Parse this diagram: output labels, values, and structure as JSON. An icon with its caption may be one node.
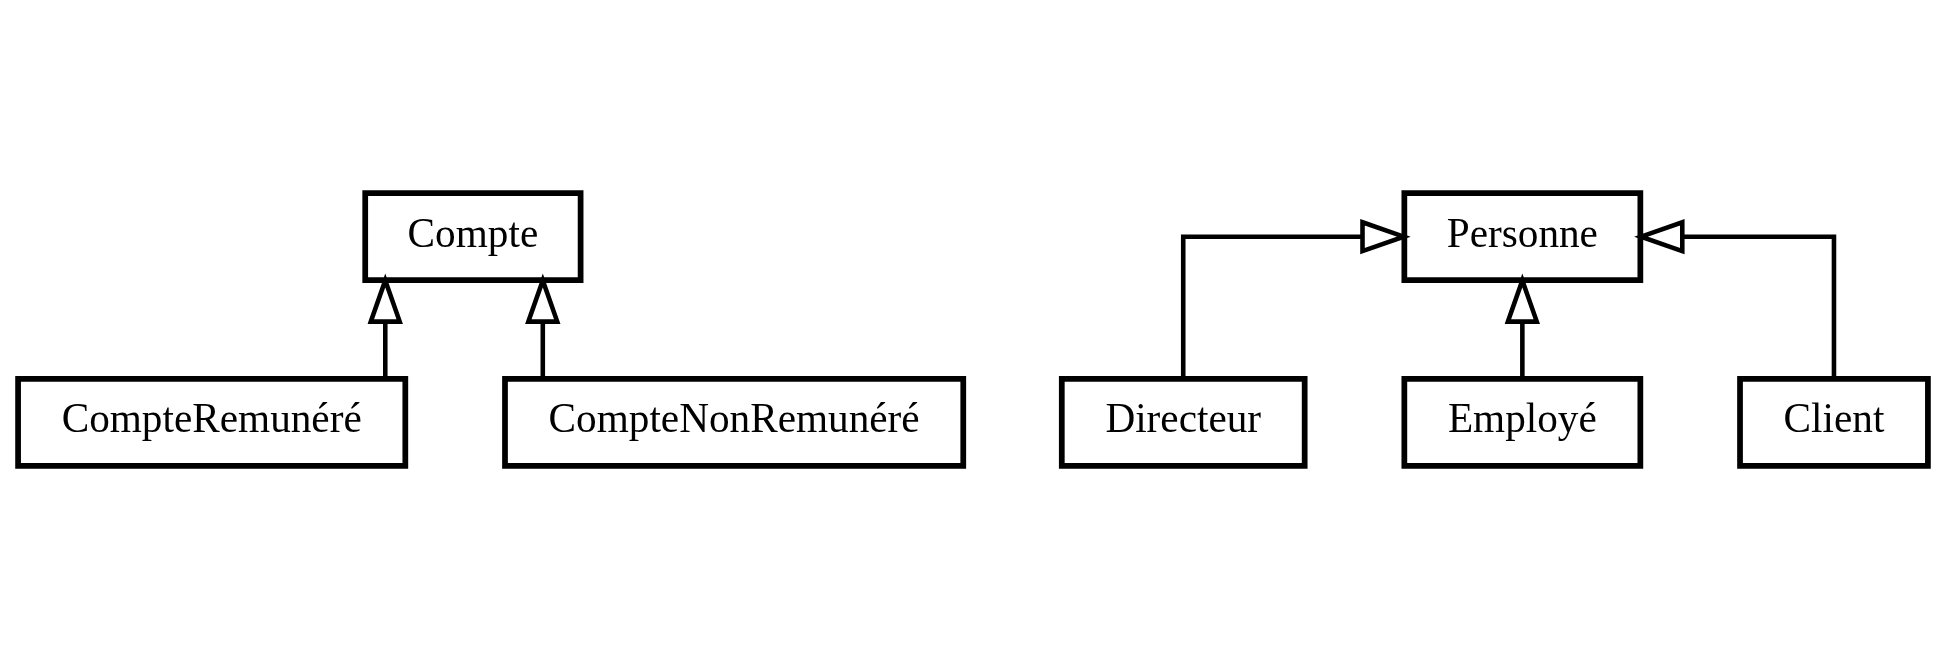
{
  "diagram": {
    "nodes": [
      {
        "text": [
          "Compte"
        ]
      },
      {
        "text": [
          "CompteRemunéré"
        ]
      },
      {
        "text": [
          "CompteNonRemunéré"
        ]
      },
      {
        "text": [
          "Personne"
        ]
      },
      {
        "text": [
          "Directeur"
        ]
      },
      {
        "text": [
          "Employé"
        ]
      },
      {
        "text": [
          "Client"
        ]
      }
    ],
    "edges": [
      {
        "from": 1,
        "to": 0,
        "arrow": "to"
      },
      {
        "from": 2,
        "to": 0,
        "arrow": "to"
      },
      {
        "from": 4,
        "to": 3,
        "arrow": "to"
      },
      {
        "from": 5,
        "to": 3,
        "arrow": "to"
      },
      {
        "from": 6,
        "to": 3,
        "arrow": "to"
      }
    ]
  }
}
